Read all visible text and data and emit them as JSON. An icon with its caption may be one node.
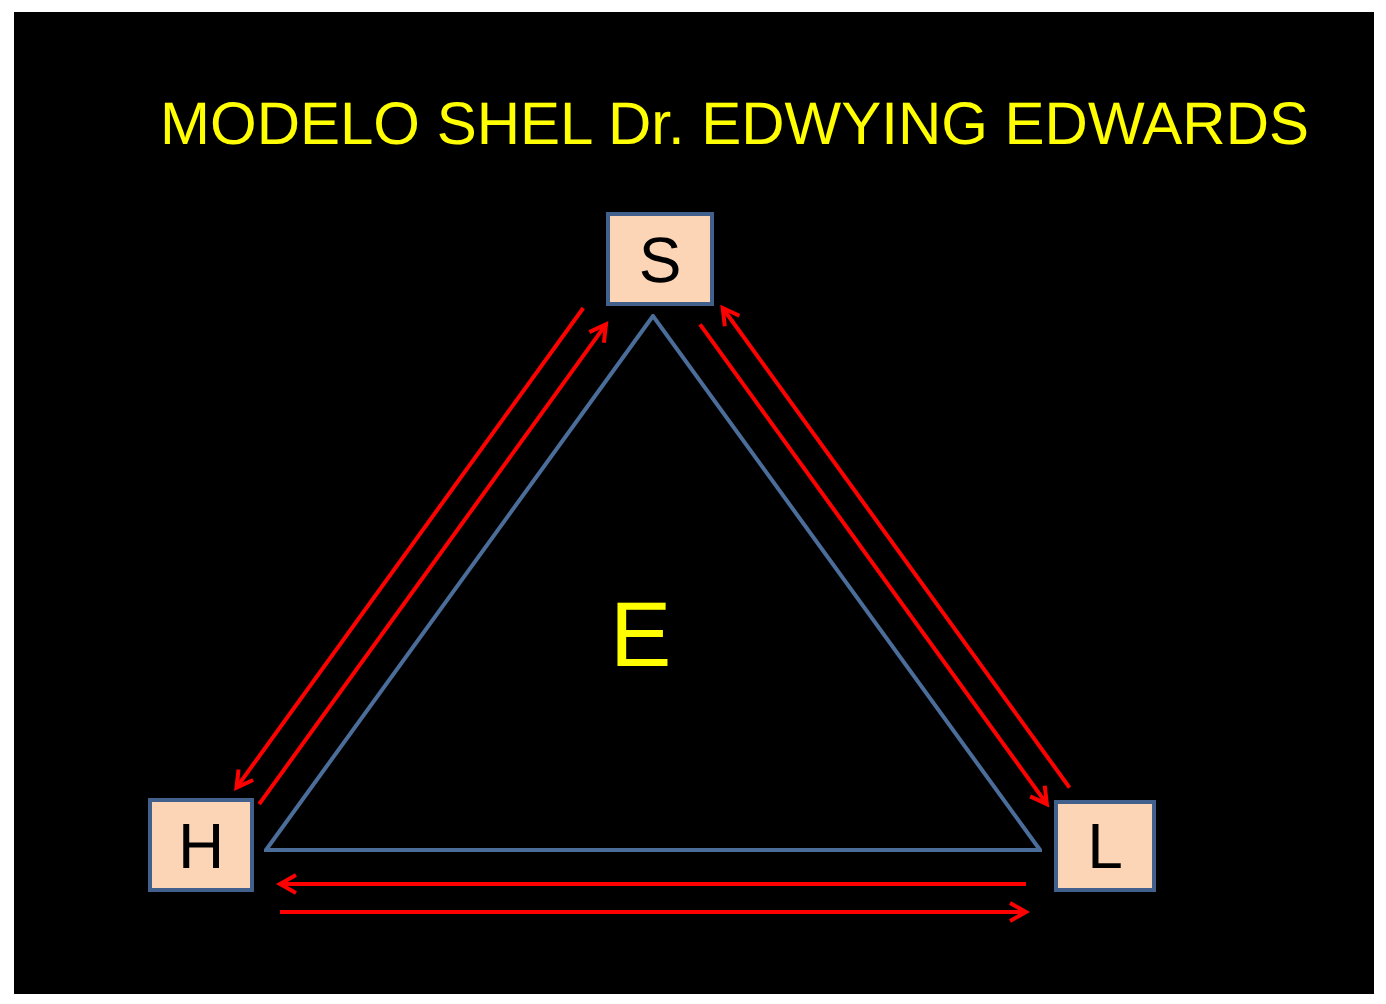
{
  "diagram": {
    "title": "MODELO SHEL Dr. EDWYING EDWARDS",
    "nodes": [
      {
        "text": [
          "S"
        ]
      },
      {
        "text": [
          "E"
        ]
      },
      {
        "text": [
          "H"
        ]
      },
      {
        "text": [
          "L"
        ]
      }
    ],
    "edges": [
      {
        "from": 0,
        "to": 2,
        "arrow": "to"
      },
      {
        "from": 2,
        "to": 0,
        "arrow": "to"
      },
      {
        "from": 0,
        "to": 3,
        "arrow": "to"
      },
      {
        "from": 3,
        "to": 0,
        "arrow": "to"
      },
      {
        "from": 3,
        "to": 2,
        "arrow": "to"
      },
      {
        "from": 2,
        "to": 3,
        "arrow": "to"
      }
    ]
  }
}
